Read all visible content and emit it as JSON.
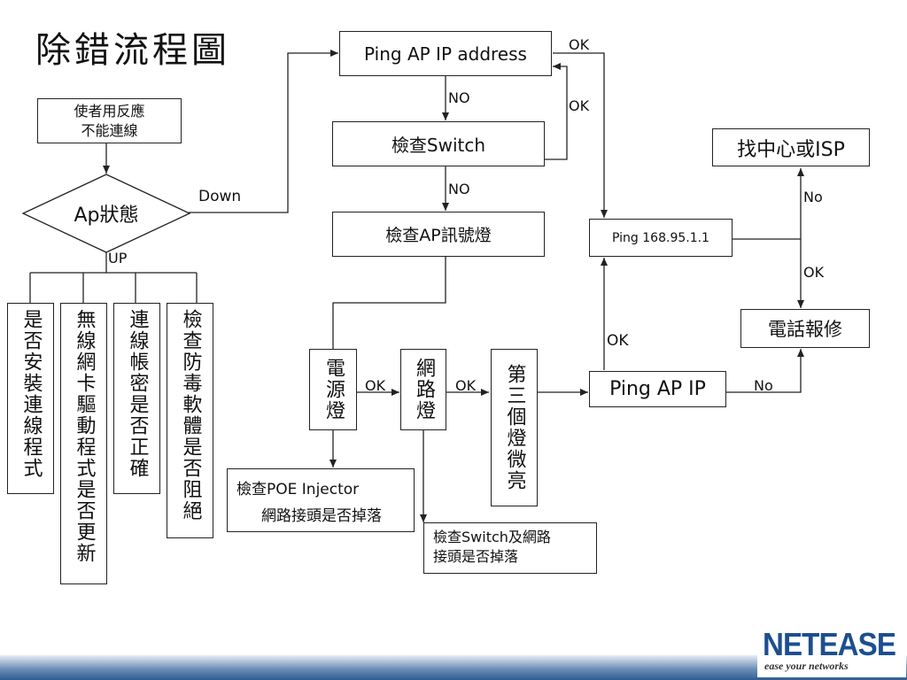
{
  "title": "除錯流程圖",
  "nodes": {
    "user_issue": "使者用反應\n不能連線",
    "ap_status": "Ap狀態",
    "ping_ap_ip_address": "Ping AP IP address",
    "check_switch": "檢查Switch",
    "check_ap_lights": "檢查AP訊號燈",
    "power_light": "電源燈",
    "network_light": "網路燈",
    "third_light": "第三個燈微亮",
    "check_poe_line1": "檢查POE Injector",
    "check_poe_line2": "網路接頭是否掉落",
    "check_switch_cable": "檢查Switch及網路\n接頭是否掉落",
    "ping_ap_ip": "Ping AP IP",
    "ping_168": "Ping 168.95.1.1",
    "call_center_isp": "找中心或ISP",
    "phone_repair": "電話報修",
    "check_install": "是否安裝連線程式",
    "check_driver": "無線網卡驅動程式是否更新",
    "check_account": "連線帳密是否正確",
    "check_antivirus": "檢查防毒軟體是否阻絕"
  },
  "edge_labels": {
    "down": "Down",
    "up": "UP",
    "no_ping_to_switch": "NO",
    "no_switch_to_lights": "NO",
    "ok_ping_ap_address": "OK",
    "ok_switch_loop": "OK",
    "ok_power_to_network": "OK",
    "ok_network_to_third": "OK",
    "ok_ping_ap_to_168": "OK",
    "no_ping_ap_to_repair": "No",
    "ok_168_to_repair": "OK",
    "no_168_to_center": "No"
  },
  "logo": {
    "name": "NETEASE",
    "tagline": "ease your networks"
  },
  "colors": {
    "logo_blue": "#1d4f8f",
    "footer_blue": "#2e5d93",
    "line": "#222222"
  }
}
